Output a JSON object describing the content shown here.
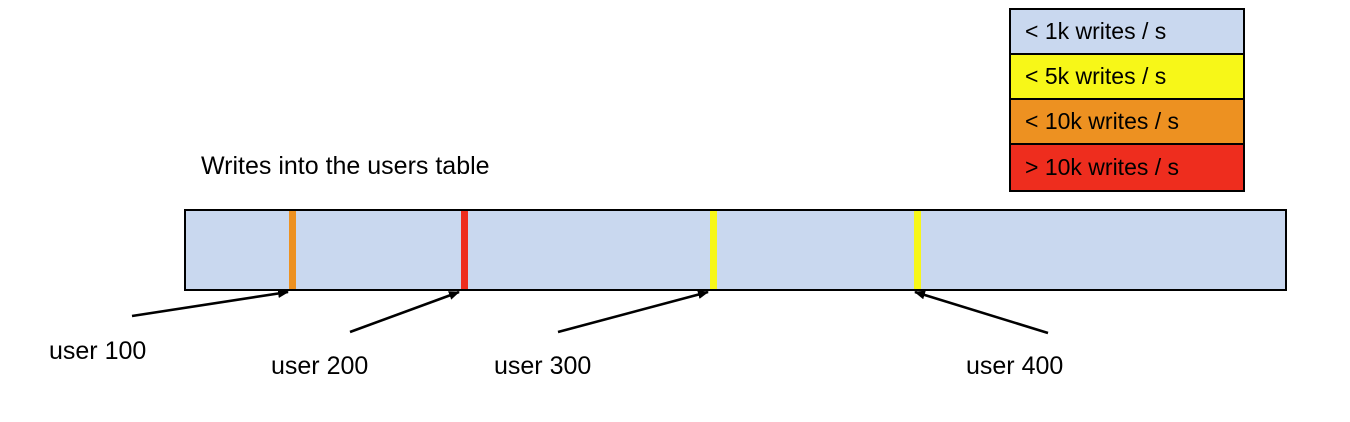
{
  "diagram": {
    "title": "Writes into the users table",
    "bar": {
      "fill_color": "#c9d8ef",
      "border_color": "#000000",
      "markers": [
        {
          "label": "user 100",
          "color": "#ed9121",
          "tier": "< 10k writes / s",
          "x_pct": 9.7
        },
        {
          "label": "user 200",
          "color": "#ee2d1e",
          "tier": "> 10k writes / s",
          "x_pct": 25.2
        },
        {
          "label": "user 300",
          "color": "#f7f718",
          "tier": "< 5k writes / s",
          "x_pct": 47.8
        },
        {
          "label": "user 400",
          "color": "#f7f718",
          "tier": "< 5k writes / s",
          "x_pct": 66.3
        }
      ]
    },
    "callouts": [
      {
        "label": "user 100"
      },
      {
        "label": "user 200"
      },
      {
        "label": "user 300"
      },
      {
        "label": "user 400"
      }
    ]
  },
  "legend": {
    "items": [
      {
        "label": "< 1k writes / s",
        "color": "#c9d8ef"
      },
      {
        "label": "< 5k writes / s",
        "color": "#f7f718"
      },
      {
        "label": "< 10k writes / s",
        "color": "#ed9121"
      },
      {
        "label": "> 10k writes / s",
        "color": "#ee2d1e"
      }
    ]
  }
}
